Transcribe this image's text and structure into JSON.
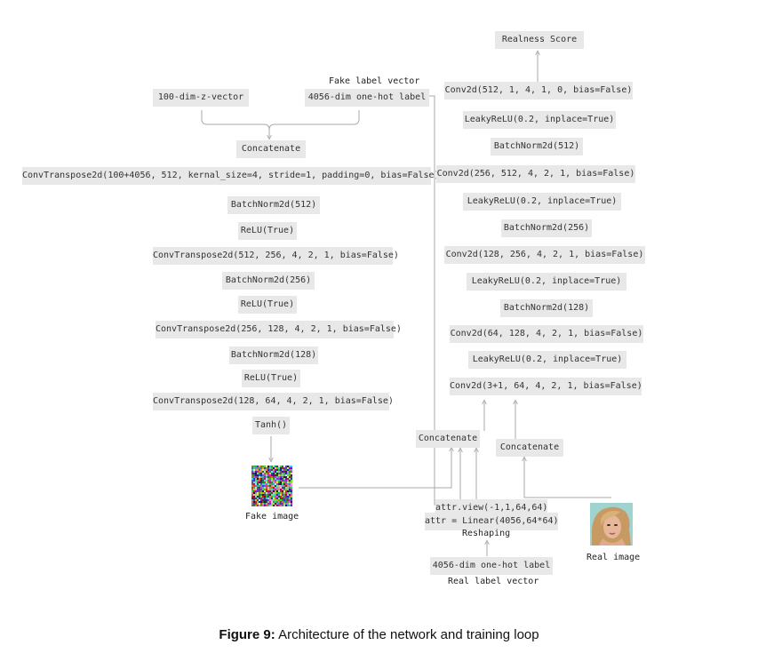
{
  "generator": {
    "z_vector": "100-dim-z-vector",
    "fake_label_title": "Fake label vector",
    "fake_label": "4056-dim one-hot label",
    "concat": "Concatenate",
    "layers": [
      "ConvTranspose2d(100+4056, 512, kernal_size=4, stride=1, padding=0, bias=False)",
      "BatchNorm2d(512)",
      "ReLU(True)",
      "ConvTranspose2d(512, 256, 4, 2, 1, bias=False)",
      "BatchNorm2d(256)",
      "ReLU(True)",
      "ConvTranspose2d(256, 128, 4, 2, 1, bias=False)",
      "BatchNorm2d(128)",
      "ReLU(True)",
      "ConvTranspose2d(128, 64, 4, 2, 1, bias=False)",
      "Tanh()"
    ],
    "fake_image": "Fake image"
  },
  "discriminator": {
    "output": "Realness Score",
    "layers": [
      "Conv2d(512, 1, 4, 1, 0, bias=False)",
      "LeakyReLU(0.2, inplace=True)",
      "BatchNorm2d(512)",
      "Conv2d(256, 512, 4, 2, 1, bias=False)",
      "LeakyReLU(0.2, inplace=True)",
      "BatchNorm2d(256)",
      "Conv2d(128, 256, 4, 2, 1, bias=False)",
      "LeakyReLU(0.2, inplace=True)",
      "BatchNorm2d(128)",
      "Conv2d(64, 128, 4, 2, 1, bias=False)",
      "LeakyReLU(0.2, inplace=True)",
      "Conv2d(3+1, 64, 4, 2, 1, bias=False)"
    ],
    "concat_left": "Concatenate",
    "concat_right": "Concatenate",
    "reshape_view": "attr.view(-1,1,64,64)",
    "reshape_linear": "attr = Linear(4056,64*64)",
    "reshaping": "Reshaping",
    "real_label": "4056-dim one-hot label",
    "real_label_title": "Real label vector",
    "real_image": "Real image"
  },
  "caption": {
    "bold": "Figure 9:",
    "text": " Architecture of the network and training loop"
  }
}
